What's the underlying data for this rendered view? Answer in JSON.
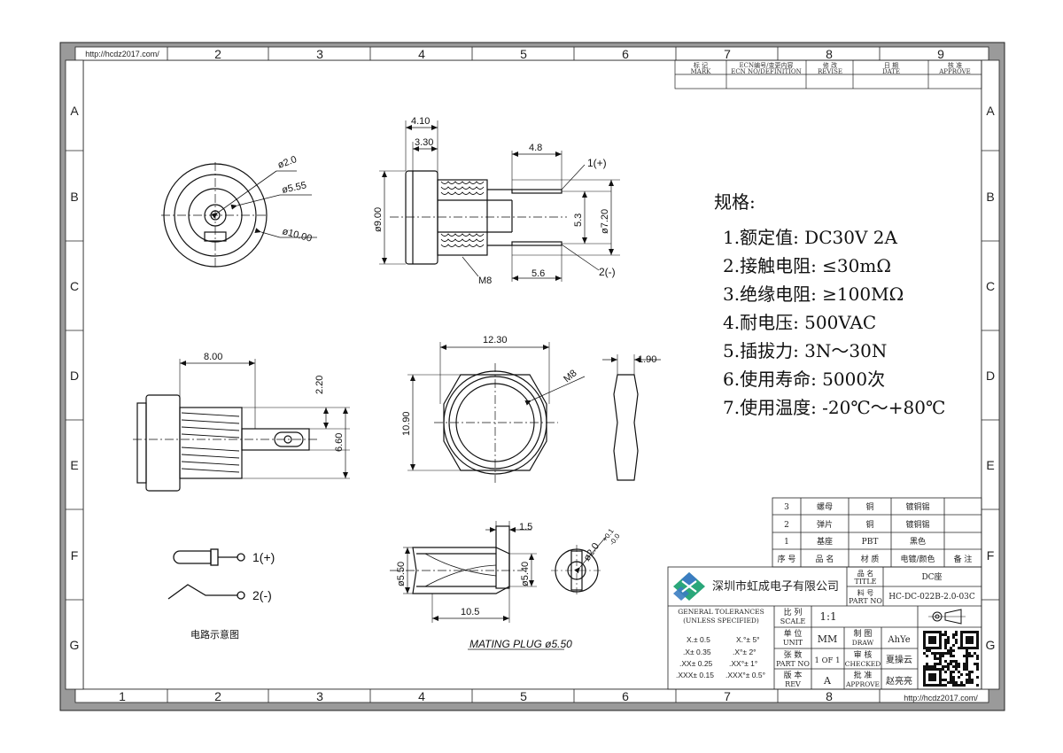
{
  "url_top": "http://hcdz2017.com/",
  "url_bottom": "http://hcdz2017.com/",
  "col_labels_top": [
    "2",
    "3",
    "4",
    "5",
    "6",
    "7",
    "8",
    "9"
  ],
  "col_labels_bottom": [
    "1",
    "2",
    "3",
    "4",
    "5",
    "6",
    "7",
    "8"
  ],
  "row_labels": [
    "A",
    "B",
    "C",
    "D",
    "E",
    "F",
    "G"
  ],
  "revision_header": [
    {
      "cn": "标 记",
      "en": "MARK"
    },
    {
      "cn": "ECN编号/变更内容",
      "en": "ECN NO/DEFINITION"
    },
    {
      "cn": "修 改",
      "en": "REVISE"
    },
    {
      "cn": "日 期",
      "en": "DATE"
    },
    {
      "cn": "核 准",
      "en": "APPROVE"
    }
  ],
  "spec": {
    "title": "规格:",
    "items": [
      "1.额定值: DC30V 2A",
      "2.接触电阻: ≤30mΩ",
      "3.绝缘电阻: ≥100MΩ",
      "4.耐电压: 500VAC",
      "5.插拔力: 3N～30N",
      "6.使用寿命: 5000次",
      "7.使用温度: -20℃～+80℃"
    ]
  },
  "dims": {
    "front_d1": "ø2.0",
    "front_d2": "ø5.55",
    "front_d3": "ø10.00",
    "side_410": "4.10",
    "side_330": "3.30",
    "side_48": "4.8",
    "side_900": "ø9.00",
    "side_53": "5.3",
    "side_720": "ø7.20",
    "side_m8": "M8",
    "side_56": "5.6",
    "pin1": "1(+)",
    "pin2": "2(-)",
    "bot_800": "8.00",
    "bot_220": "2.20",
    "bot_660": "6.60",
    "nut_1230": "12.30",
    "nut_1090": "10.90",
    "nut_m8": "M8",
    "nut_190": "1.90",
    "plug_15": "1.5",
    "plug_550": "ø5.50",
    "plug_540": "ø5.40",
    "plug_105": "10.5",
    "plug_20": "ø2.0",
    "plug_tol": "+0.1",
    "plug_tol2": "-0.0",
    "mating": "MATING PLUG ø5.50"
  },
  "schematic": {
    "pin1": "1(+)",
    "pin2": "2(-)",
    "caption": "电路示意图"
  },
  "bom": {
    "rows": [
      [
        "3",
        "螺母",
        "铜",
        "镀铜锡",
        ""
      ],
      [
        "2",
        "弹片",
        "铜",
        "镀铜锡",
        ""
      ],
      [
        "1",
        "基座",
        "PBT",
        "黑色",
        ""
      ]
    ],
    "header": [
      "序 号",
      "品 名",
      "材 质",
      "电镀/颜色",
      "备 注"
    ]
  },
  "title_block": {
    "company": "深圳市虹成电子有限公司",
    "title_cn": "品 名",
    "title_en": "TITLE",
    "title_val": "DC座",
    "part_cn": "料 号",
    "part_en": "PART NO",
    "part_val": "HC-DC-022B-2.0-03C",
    "tol_title1": "GENERAL TOLERANCES",
    "tol_title2": "(UNLESS SPECIFIED)",
    "tol_left": [
      "X.± 0.5",
      ".X± 0.35",
      ".XX± 0.25",
      ".XXX± 0.15"
    ],
    "tol_right": [
      "X.°± 5°",
      ".X°± 2°",
      ".XX°± 1°",
      ".XXX°± 0.5°"
    ],
    "scale_cn": "比 列",
    "scale_en": "SCALE",
    "scale_val": "1:1",
    "unit_cn": "单 位",
    "unit_en": "UNIT",
    "unit_val": "MM",
    "sheet_cn": "张 数",
    "sheet_en": "PART NO",
    "sheet_val": "1 OF 1",
    "rev_cn": "版 本",
    "rev_en": "REV",
    "rev_val": "A",
    "draw_cn": "制 图",
    "draw_en": "DRAW",
    "draw_val": "AhYe",
    "check_cn": "审 核",
    "check_en": "CHECKED",
    "check_val": "夏操云",
    "approve_cn": "批 准",
    "approve_en": "APPROVE",
    "approve_val": "赵亮亮"
  }
}
